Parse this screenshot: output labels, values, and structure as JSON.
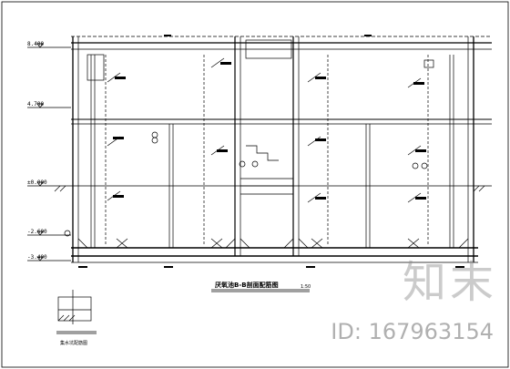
{
  "levels": [
    "8.400",
    "4.700",
    "±0.000",
    "-2.600",
    "-3.400"
  ],
  "main_title": "厌氧池B-B剖面配筋图",
  "main_scale": "1:50",
  "detail_title": "集水坑配筋图",
  "watermark": {
    "logo": "知末",
    "id": "ID: 167963154"
  },
  "colors": {
    "line": "#000000",
    "watermark": "#8c8c8c"
  }
}
